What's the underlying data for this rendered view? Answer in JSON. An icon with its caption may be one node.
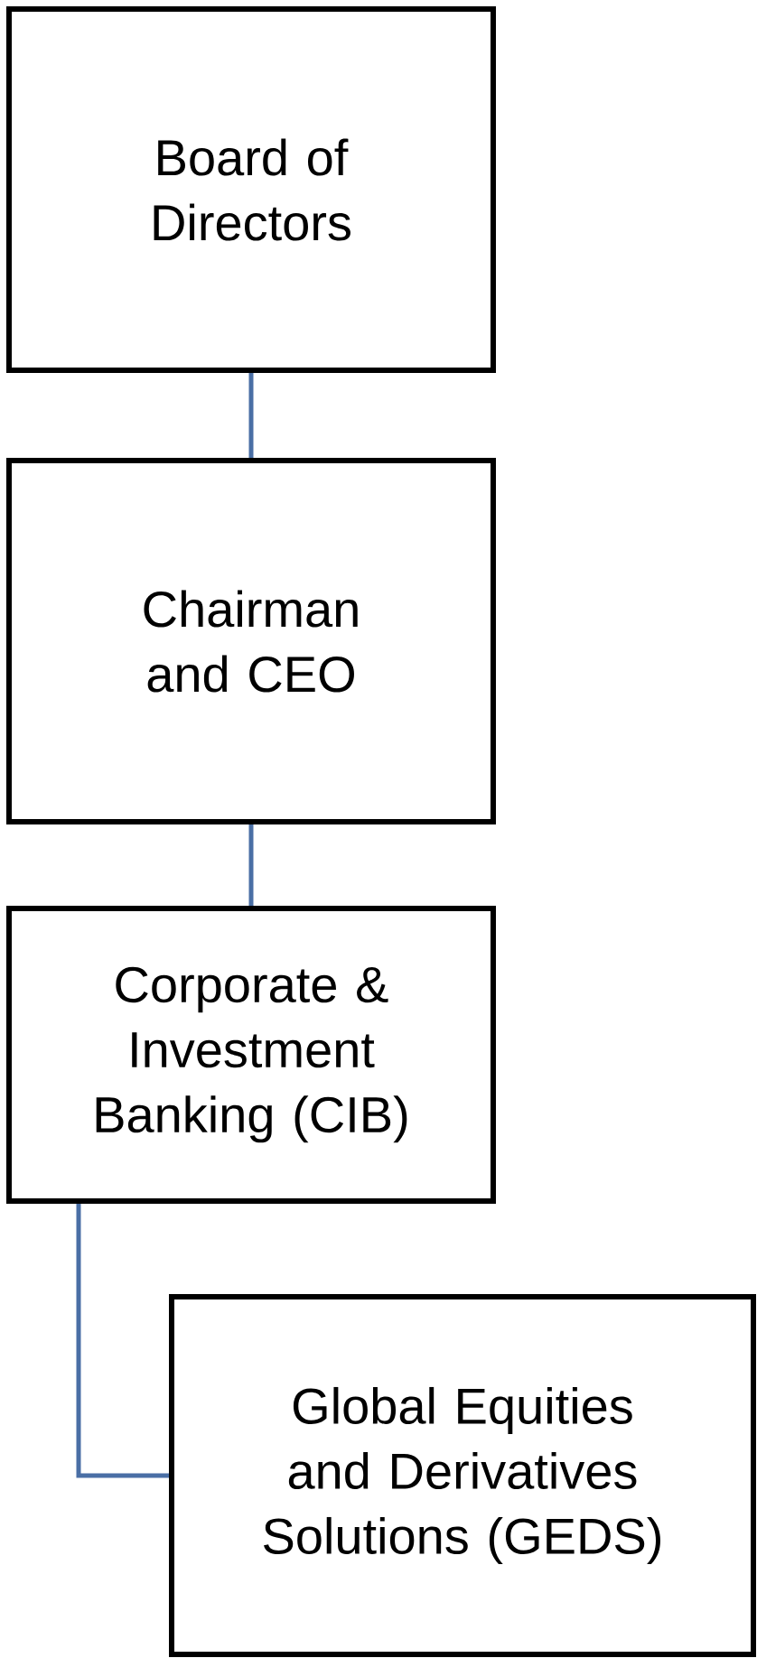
{
  "diagram": {
    "nodes": [
      {
        "text": [
          "Board of Directors"
        ]
      },
      {
        "text": [
          "Chairman and CEO"
        ]
      },
      {
        "text": [
          "Corporate & Investment Banking (CIB)"
        ]
      },
      {
        "text": [
          "Global Equities and Derivatives Solutions (GEDS)"
        ]
      }
    ],
    "edges": [
      {
        "from": 0,
        "to": 1,
        "arrow": "none"
      },
      {
        "from": 1,
        "to": 2,
        "arrow": "none"
      },
      {
        "from": 2,
        "to": 3,
        "arrow": "none"
      }
    ]
  }
}
